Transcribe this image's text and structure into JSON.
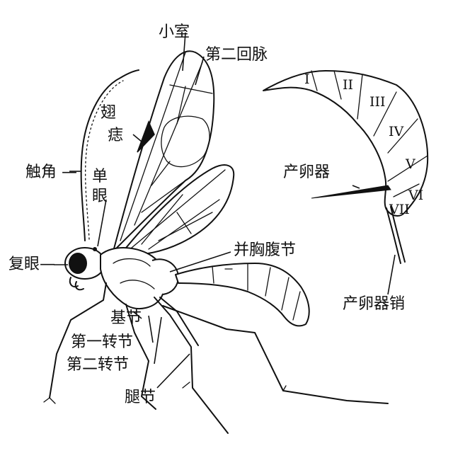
{
  "labels": {
    "areolet": "小室",
    "second_recurrent_vein": "第二回脉",
    "stigma": "翅痣",
    "antenna": "触角",
    "ocellus": "单眼",
    "compound_eye": "复眼",
    "propodeum": "并胸腹节",
    "coxa": "基节",
    "first_trochanter": "第一转节",
    "second_trochanter": "第二转节",
    "femur": "腿节",
    "ovipositor": "产卵器",
    "ovipositor_sheath": "产卵器销"
  },
  "segments": [
    "I",
    "II",
    "III",
    "IV",
    "V",
    "VI",
    "VII"
  ]
}
